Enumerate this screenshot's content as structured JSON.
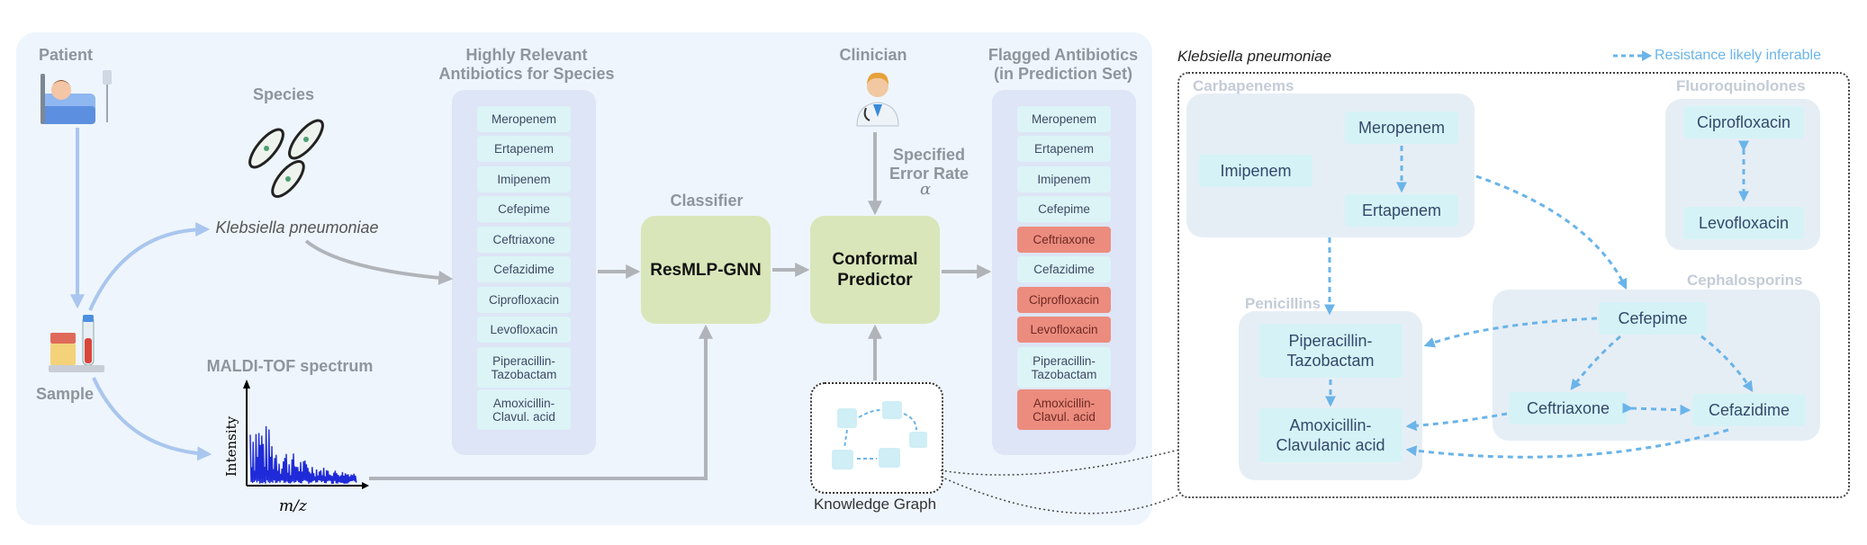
{
  "pipeline": {
    "patient_label": "Patient",
    "sample_label": "Sample",
    "species_label": "Species",
    "species_name": "Klebsiella pneumoniae",
    "maldi_label": "MALDI-TOF spectrum",
    "y_axis_label": "Intensity",
    "x_axis_label": "m/z",
    "relevant_title": "Highly Relevant\nAntibiotics for Species",
    "relevant_antibiotics": [
      "Meropenem",
      "Ertapenem",
      "Imipenem",
      "Cefepime",
      "Ceftriaxone",
      "Cefazidime",
      "Ciprofloxacin",
      "Levofloxacin",
      "Piperacillin-\nTazobactam",
      "Amoxicillin-\nClavul. acid"
    ],
    "classifier_label": "Classifier",
    "classifier_name": "ResMLP-GNN",
    "clinician_label": "Clinician",
    "error_rate_label": "Specified\nError Rate",
    "alpha_symbol": "α",
    "predictor_name": "Conformal\nPredictor",
    "knowledge_graph_label": "Knowledge Graph",
    "flagged_title": "Flagged Antibiotics\n(in Prediction Set)",
    "flagged_antibiotics": [
      {
        "name": "Meropenem",
        "flagged": false
      },
      {
        "name": "Ertapenem",
        "flagged": false
      },
      {
        "name": "Imipenem",
        "flagged": false
      },
      {
        "name": "Cefepime",
        "flagged": false
      },
      {
        "name": "Ceftriaxone",
        "flagged": true
      },
      {
        "name": "Cefazidime",
        "flagged": false
      },
      {
        "name": "Ciprofloxacin",
        "flagged": true
      },
      {
        "name": "Levofloxacin",
        "flagged": true
      },
      {
        "name": "Piperacillin-\nTazobactam",
        "flagged": false
      },
      {
        "name": "Amoxicillin-\nClavul. acid",
        "flagged": true
      }
    ]
  },
  "knowledge_graph": {
    "title": "Klebsiella pneumoniae",
    "legend": "Resistance likely inferable",
    "groups": {
      "carbapenems": {
        "label": "Carbapenems",
        "drugs": [
          "Meropenem",
          "Imipenem",
          "Ertapenem"
        ]
      },
      "fluoroquinolones": {
        "label": "Fluoroquinolones",
        "drugs": [
          "Ciprofloxacin",
          "Levofloxacin"
        ]
      },
      "penicillins": {
        "label": "Penicillins",
        "drugs": [
          "Piperacillin-\nTazobactam",
          "Amoxicillin-\nClavulanic acid"
        ]
      },
      "cephalosporins": {
        "label": "Cephalosporins",
        "drugs": [
          "Cefepime",
          "Ceftriaxone",
          "Cefazidime"
        ]
      }
    }
  },
  "colors": {
    "panel_bg": "#eef5fc",
    "model_box": "#d9e6b9",
    "flagged": "#ec8c7e",
    "chip": "#dcf4f6",
    "kg_arrow": "#6ab4ea",
    "flow_arrow": "#b0b4b9",
    "sample_arrow": "#a9c6ee"
  }
}
